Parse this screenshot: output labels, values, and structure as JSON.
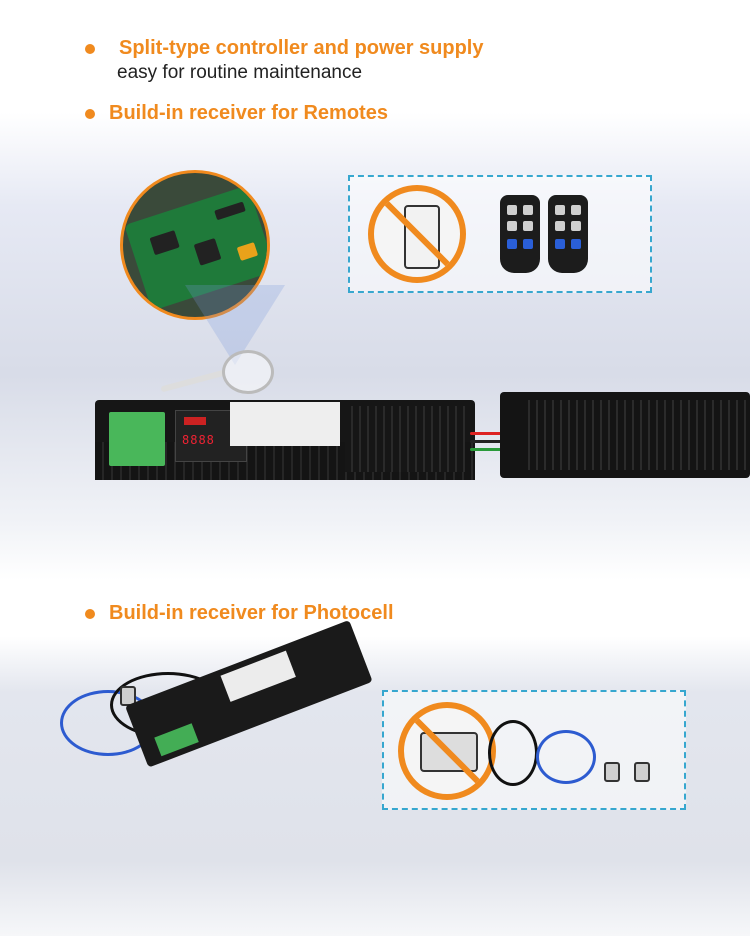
{
  "bullets": [
    {
      "heading": "Split-type controller and power supply",
      "subtext": "easy for routine maintenance"
    },
    {
      "heading": "Build-in receiver for Remotes"
    },
    {
      "heading": "Build-in receiver for Photocell"
    }
  ],
  "controller": {
    "display": "8888"
  },
  "colors": {
    "accent": "#f08a1e",
    "dashed_border": "#37a7cf",
    "pcb_green": "#1f7a3a",
    "terminal_green": "#49b75a"
  },
  "icons": [
    "bullet-dot-icon",
    "no-external-receiver-icon",
    "remote-control-icon",
    "magnifier-icon",
    "photocell-sensor-icon"
  ]
}
